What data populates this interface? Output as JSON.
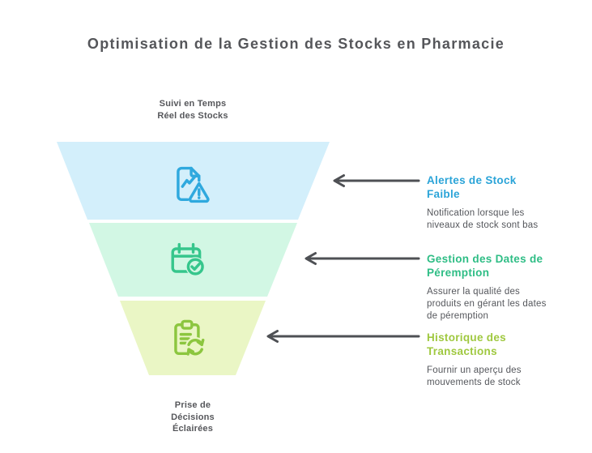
{
  "title": "Optimisation de la Gestion des Stocks en Pharmacie",
  "colors": {
    "background": "#ffffff",
    "title_text": "#55565A",
    "label_text": "#56575B",
    "desc_text": "#55575C",
    "arrow": "#4E5054"
  },
  "funnel": {
    "top_label": "Suivi en Temps\nRéel des Stocks",
    "bottom_label": "Prise de\nDécisions\nÉclairées",
    "segments": [
      {
        "icon": "document-chart-warning-icon",
        "fill": "#D3EFFB",
        "icon_color": "#2FA9DE"
      },
      {
        "icon": "calendar-check-icon",
        "fill": "#D2F7E4",
        "icon_color": "#36C68C"
      },
      {
        "icon": "clipboard-refresh-icon",
        "fill": "#EAF6C5",
        "icon_color": "#8CC63F"
      }
    ]
  },
  "annotations": [
    {
      "title": "Alertes de Stock\nFaible",
      "description": "Notification lorsque les\nniveaux de stock sont bas",
      "color": "#2BA4D8"
    },
    {
      "title": "Gestion des Dates de\nPéremption",
      "description": "Assurer la qualité des\nproduits en gérant les dates\nde péremption",
      "color": "#2EBD85"
    },
    {
      "title": "Historique des\nTransactions",
      "description": "Fournir un aperçu des\nmouvements de stock",
      "color": "#9FC83F"
    }
  ]
}
